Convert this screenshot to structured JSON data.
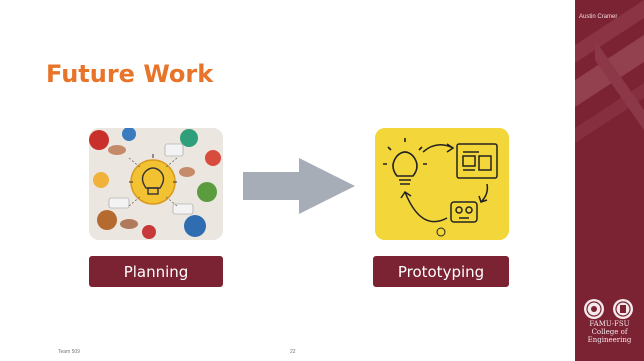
{
  "slide": {
    "title": "Future Work",
    "author": "Austin Cramer",
    "items": [
      {
        "label": "Planning"
      },
      {
        "label": "Prototyping"
      }
    ],
    "footer": {
      "team": "Team 509",
      "page_number": "22"
    },
    "branding": {
      "line1": "FAMU-FSU",
      "line2": "College of",
      "line3": "Engineering"
    }
  },
  "colors": {
    "title": "#e8742a",
    "maroon": "#7b2233",
    "arrow": "#a6adb6",
    "proto_background": "#f2d63a"
  },
  "icons": {
    "planning": "planning-image",
    "prototyping": "prototyping-cycle-icon",
    "arrow": "right-arrow-icon"
  }
}
